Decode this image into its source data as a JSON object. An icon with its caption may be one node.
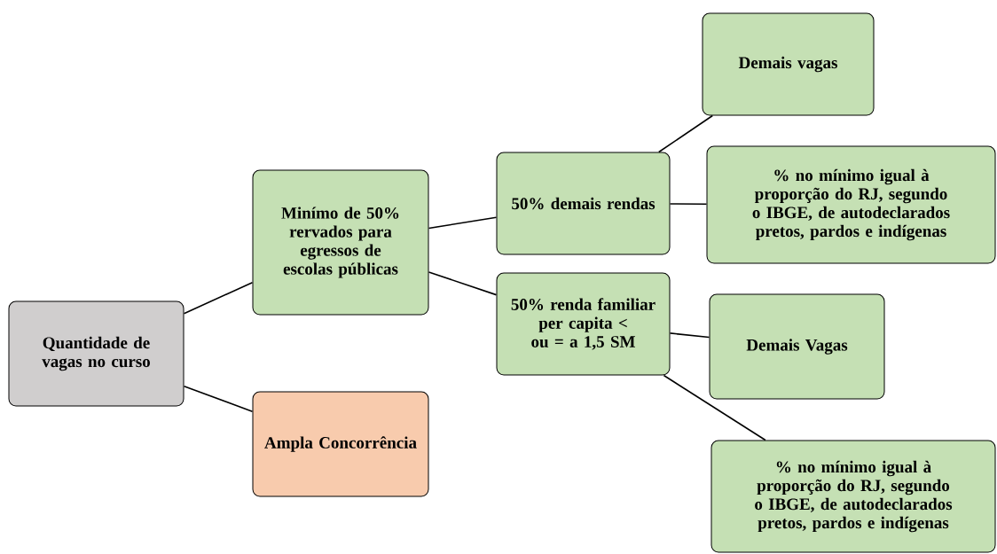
{
  "diagram": {
    "nodes": [
      {
        "text": [
          "Quantidade de vagas no curso"
        ]
      },
      {
        "text": [
          "Minímo de 50% rervados para egressos de escolas públicas"
        ]
      },
      {
        "text": [
          "Ampla Concorrência"
        ]
      },
      {
        "text": [
          "50% demais rendas"
        ]
      },
      {
        "text": [
          "50% renda familiar per capita < ou = a 1,5 SM"
        ]
      },
      {
        "text": [
          "Demais vagas"
        ]
      },
      {
        "text": [
          "% no mínimo igual à proporção do RJ, segundo o IBGE, de autodeclarados pretos, pardos e indígenas"
        ]
      },
      {
        "text": [
          "Demais Vagas"
        ]
      },
      {
        "text": [
          "% no mínimo igual à proporção do RJ, segundo o IBGE, de autodeclarados pretos, pardos e indígenas"
        ]
      }
    ],
    "edges": [
      {
        "from": 0,
        "to": 1,
        "arrow": "none"
      },
      {
        "from": 0,
        "to": 2,
        "arrow": "none"
      },
      {
        "from": 1,
        "to": 3,
        "arrow": "none"
      },
      {
        "from": 1,
        "to": 4,
        "arrow": "none"
      },
      {
        "from": 3,
        "to": 5,
        "arrow": "none"
      },
      {
        "from": 3,
        "to": 6,
        "arrow": "none"
      },
      {
        "from": 4,
        "to": 7,
        "arrow": "none"
      },
      {
        "from": 4,
        "to": 8,
        "arrow": "none"
      }
    ]
  }
}
